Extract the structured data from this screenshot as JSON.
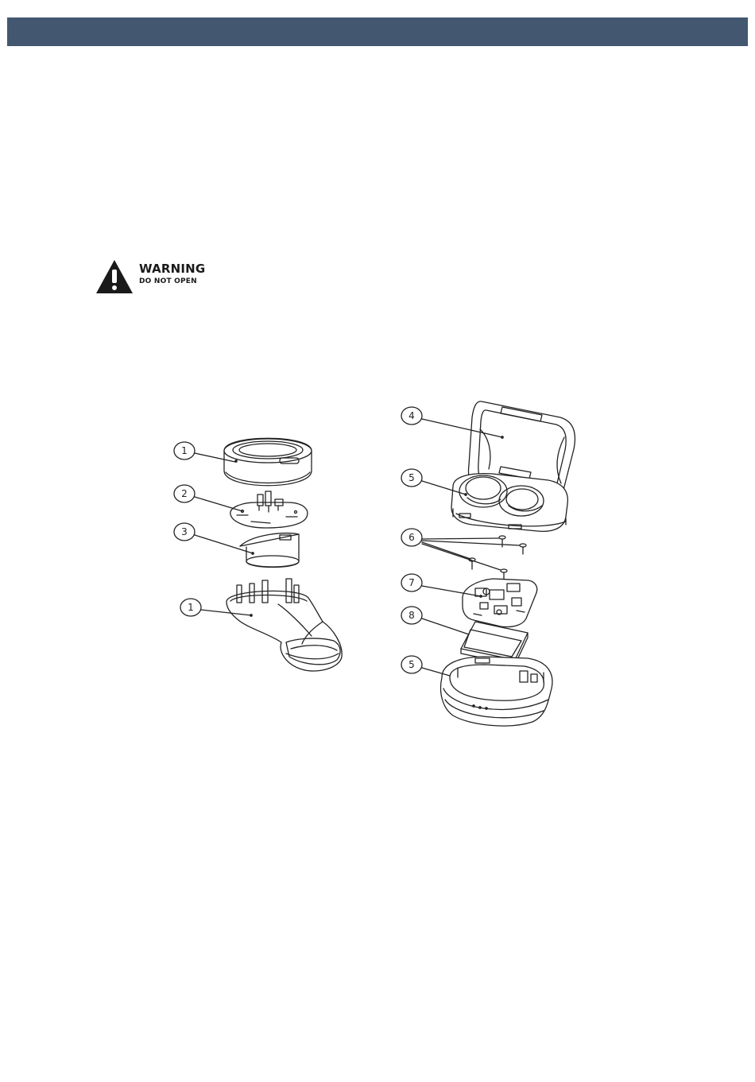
{
  "header": {
    "color": "#435770"
  },
  "warning": {
    "icon": "warning-triangle-icon",
    "title": "WARNING",
    "subtitle": "DO NOT OPEN"
  },
  "callouts": [
    {
      "id": "earbud-top-1",
      "label": "1"
    },
    {
      "id": "earbud-pcb-2",
      "label": "2"
    },
    {
      "id": "earbud-battery-3",
      "label": "3"
    },
    {
      "id": "earbud-bottom-1",
      "label": "1"
    },
    {
      "id": "case-lid-4",
      "label": "4"
    },
    {
      "id": "case-tray-5",
      "label": "5"
    },
    {
      "id": "case-screws-6",
      "label": "6"
    },
    {
      "id": "case-pcb-7",
      "label": "7"
    },
    {
      "id": "case-battery-8",
      "label": "8"
    },
    {
      "id": "case-bottom-5",
      "label": "5"
    }
  ]
}
